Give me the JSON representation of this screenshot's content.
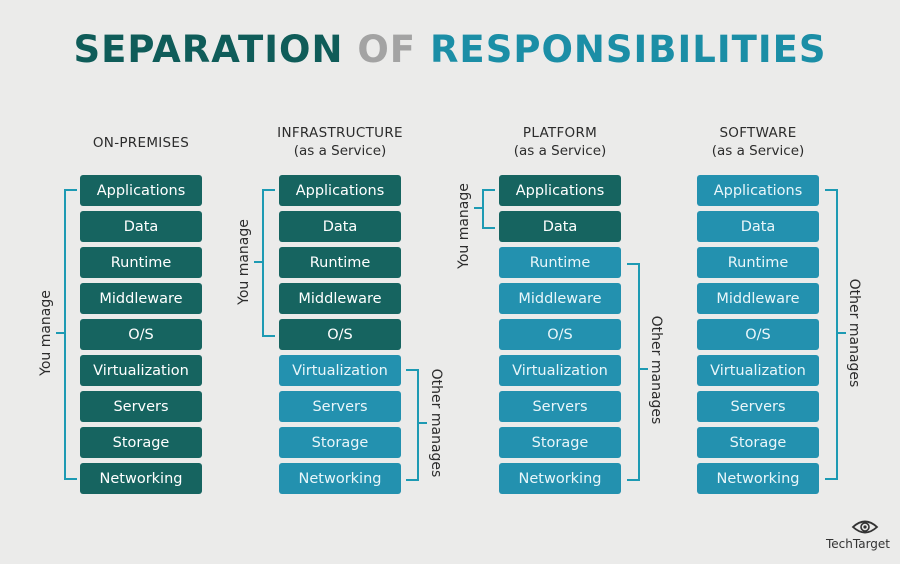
{
  "title": {
    "part1": "SEPARATION",
    "part2": "OF",
    "part3": "RESPONSIBILITIES"
  },
  "columns": [
    {
      "heading": "ON-PREMISES",
      "subheading": ""
    },
    {
      "heading": "INFRASTRUCTURE",
      "subheading": "(as a Service)"
    },
    {
      "heading": "PLATFORM",
      "subheading": "(as a Service)"
    },
    {
      "heading": "SOFTWARE",
      "subheading": "(as a Service)"
    }
  ],
  "layers": [
    "Applications",
    "Data",
    "Runtime",
    "Middleware",
    "O/S",
    "Virtualization",
    "Servers",
    "Storage",
    "Networking"
  ],
  "you_manage_count": [
    9,
    5,
    2,
    0
  ],
  "labels": {
    "you_manage": "You manage",
    "other_manages": "Other manages"
  },
  "colors": {
    "you_manage": "#166460",
    "other_manages": "#2391af",
    "bracket": "#1d9ab3"
  },
  "logo": {
    "text": "TechTarget",
    "icon": "eye-icon"
  }
}
